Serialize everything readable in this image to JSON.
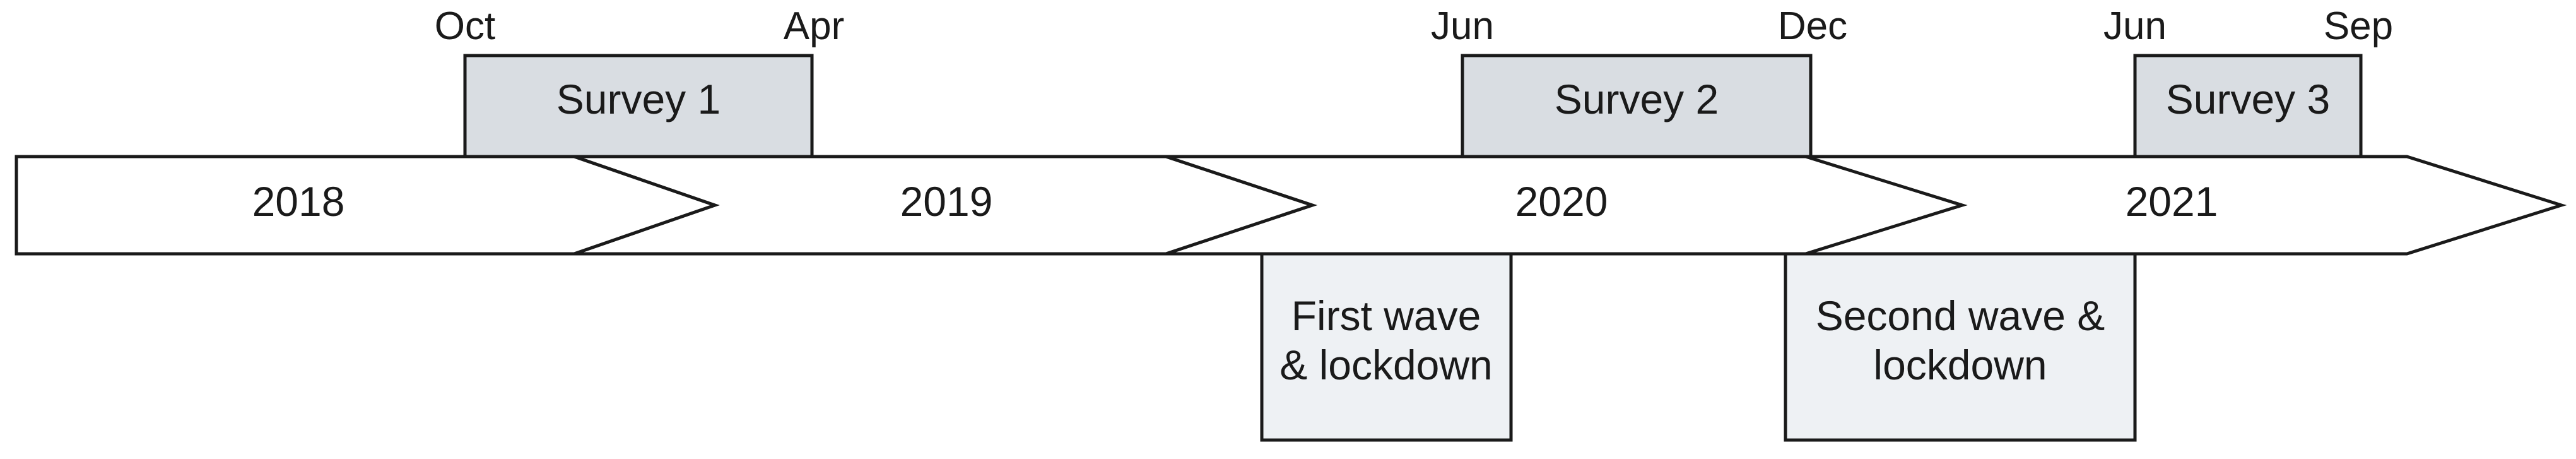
{
  "timeline": {
    "years": [
      {
        "label": "2018"
      },
      {
        "label": "2019"
      },
      {
        "label": "2020"
      },
      {
        "label": "2021"
      }
    ]
  },
  "surveys": [
    {
      "label": "Survey 1",
      "start_label": "Oct",
      "end_label": "Apr"
    },
    {
      "label": "Survey 2",
      "start_label": "Jun",
      "end_label": "Dec"
    },
    {
      "label": "Survey 3",
      "start_label": "Jun",
      "end_label": "Sep"
    }
  ],
  "events": [
    {
      "lines": [
        "First wave",
        "& lockdown"
      ]
    },
    {
      "lines": [
        "Second wave &",
        "lockdown"
      ]
    }
  ],
  "colors": {
    "outline": "#1a1a1a",
    "arrow_fill": "#ffffff",
    "survey_fill": "#d9dde2",
    "event_fill": "#eef1f4"
  }
}
